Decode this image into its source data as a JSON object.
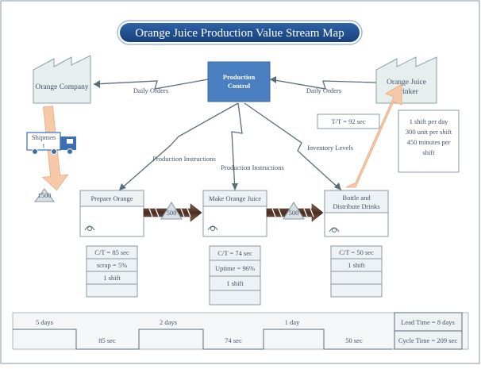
{
  "title": "Orange Juice Production Value Stream Map",
  "production_control": {
    "line1": "Production",
    "line2": "Control"
  },
  "supplier": {
    "label": "Orange Company"
  },
  "customer": {
    "line1": "Orange Juice",
    "line2": "Drinker"
  },
  "flows": {
    "daily_orders_left": "Daily Orders",
    "daily_orders_right": "Daily Orders",
    "production_instructions_1": "Production Instructions",
    "production_instructions_2": "Production Instructions",
    "inventory_levels": "Inventory Levels"
  },
  "shipment": {
    "line1": "Shipmen",
    "line2": "t"
  },
  "inventory": {
    "supplier": "1500",
    "inv1": "500",
    "inv2": "500"
  },
  "takt": "T/T = 92 sec",
  "demand": {
    "line1": "1 shift per day",
    "line2": "300 unit per shift",
    "line3": "450 minutes per",
    "line4": "shift"
  },
  "processes": [
    {
      "name": "Prepare Orange",
      "data": [
        "C/T = 85 sec",
        "scrap = 5%",
        "1 shift",
        ""
      ]
    },
    {
      "name": "Make Orange Juice",
      "data": [
        "C/T = 74 sec",
        "Uptime = 96%",
        "1 shift",
        ""
      ]
    },
    {
      "name_line1": "Bottle and",
      "name_line2": "Distribute Drinks",
      "data": [
        "C/T = 50 sec",
        "1 shift",
        "",
        ""
      ]
    }
  ],
  "timeline": {
    "wait": [
      "5 days",
      "2 days",
      "1 day"
    ],
    "process": [
      "85 sec",
      "74 sec",
      "50 sec"
    ],
    "lead_time": "Lead Time = 8 days",
    "cycle_time": "Cycle Time = 209 sec"
  },
  "colors": {
    "title_bg": "#1f4e8c",
    "control_bg": "#4a7fc1",
    "line": "#5a6e78",
    "factory_fill": "#e6eeee",
    "peach": "#f6c9a8",
    "truck": "#3a6fb5",
    "push": "#5a3a2c"
  }
}
